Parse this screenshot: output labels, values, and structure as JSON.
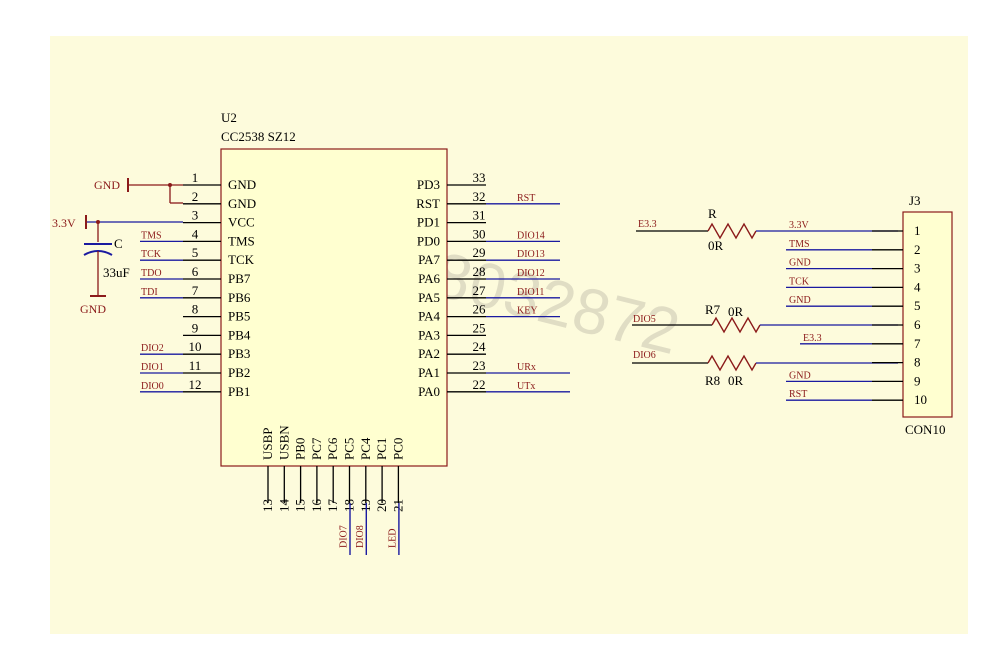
{
  "u2": {
    "designator": "U2",
    "part": "CC2538 SZ12",
    "left_pins": [
      {
        "num": "1",
        "name": "GND",
        "net": ""
      },
      {
        "num": "2",
        "name": "GND",
        "net": ""
      },
      {
        "num": "3",
        "name": "VCC",
        "net": ""
      },
      {
        "num": "4",
        "name": "TMS",
        "net": "TMS"
      },
      {
        "num": "5",
        "name": "TCK",
        "net": "TCK"
      },
      {
        "num": "6",
        "name": "PB7",
        "net": "TDO"
      },
      {
        "num": "7",
        "name": "PB6",
        "net": "TDI"
      },
      {
        "num": "8",
        "name": "PB5",
        "net": ""
      },
      {
        "num": "9",
        "name": "PB4",
        "net": ""
      },
      {
        "num": "10",
        "name": "PB3",
        "net": "DIO2"
      },
      {
        "num": "11",
        "name": "PB2",
        "net": "DIO1"
      },
      {
        "num": "12",
        "name": "PB1",
        "net": "DIO0"
      }
    ],
    "right_pins": [
      {
        "num": "33",
        "name": "PD3",
        "net": ""
      },
      {
        "num": "32",
        "name": "RST",
        "net": "RST"
      },
      {
        "num": "31",
        "name": "PD1",
        "net": ""
      },
      {
        "num": "30",
        "name": "PD0",
        "net": "DIO14"
      },
      {
        "num": "29",
        "name": "PA7",
        "net": "DIO13"
      },
      {
        "num": "28",
        "name": "PA6",
        "net": "DIO12"
      },
      {
        "num": "27",
        "name": "PA5",
        "net": "DIO11"
      },
      {
        "num": "26",
        "name": "PA4",
        "net": "KEY"
      },
      {
        "num": "25",
        "name": "PA3",
        "net": ""
      },
      {
        "num": "24",
        "name": "PA2",
        "net": ""
      },
      {
        "num": "23",
        "name": "PA1",
        "net": "URx"
      },
      {
        "num": "22",
        "name": "PA0",
        "net": "UTx"
      }
    ],
    "bottom_pins": [
      {
        "num": "13",
        "name": "USBP",
        "net": ""
      },
      {
        "num": "14",
        "name": "USBN",
        "net": ""
      },
      {
        "num": "15",
        "name": "PB0",
        "net": ""
      },
      {
        "num": "16",
        "name": "PC7",
        "net": ""
      },
      {
        "num": "17",
        "name": "PC6",
        "net": ""
      },
      {
        "num": "18",
        "name": "PC5",
        "net": "DIO7"
      },
      {
        "num": "19",
        "name": "PC4",
        "net": "DIO8"
      },
      {
        "num": "20",
        "name": "PC1",
        "net": ""
      },
      {
        "num": "21",
        "name": "PC0",
        "net": "LED"
      }
    ]
  },
  "power": {
    "gnd_top": "GND",
    "vcc": "3.3V",
    "gnd_bottom": "GND",
    "cap_name": "C",
    "cap_value": "33uF"
  },
  "j3": {
    "designator": "J3",
    "part": "CON10",
    "pins": [
      {
        "num": "1",
        "net": "3.3V"
      },
      {
        "num": "2",
        "net": "TMS"
      },
      {
        "num": "3",
        "net": "GND"
      },
      {
        "num": "4",
        "net": "TCK"
      },
      {
        "num": "5",
        "net": "GND"
      },
      {
        "num": "6",
        "net": ""
      },
      {
        "num": "7",
        "net": "E3.3"
      },
      {
        "num": "8",
        "net": ""
      },
      {
        "num": "9",
        "net": "GND"
      },
      {
        "num": "10",
        "net": "RST"
      }
    ]
  },
  "resistors": {
    "r": {
      "name": "R",
      "value": "0R",
      "net_in": "E3.3"
    },
    "r7": {
      "name": "R7",
      "value": "0R",
      "net_in": "DIO5"
    },
    "r8": {
      "name": "R8",
      "value": "0R",
      "net_in": "DIO6"
    }
  },
  "watermark": "4000-28032872",
  "colors": {
    "background": "#fdfbdc",
    "chip": "#ffffd0",
    "wire_blue": "#1a1aa0",
    "wire_red": "#8b1a1a"
  }
}
